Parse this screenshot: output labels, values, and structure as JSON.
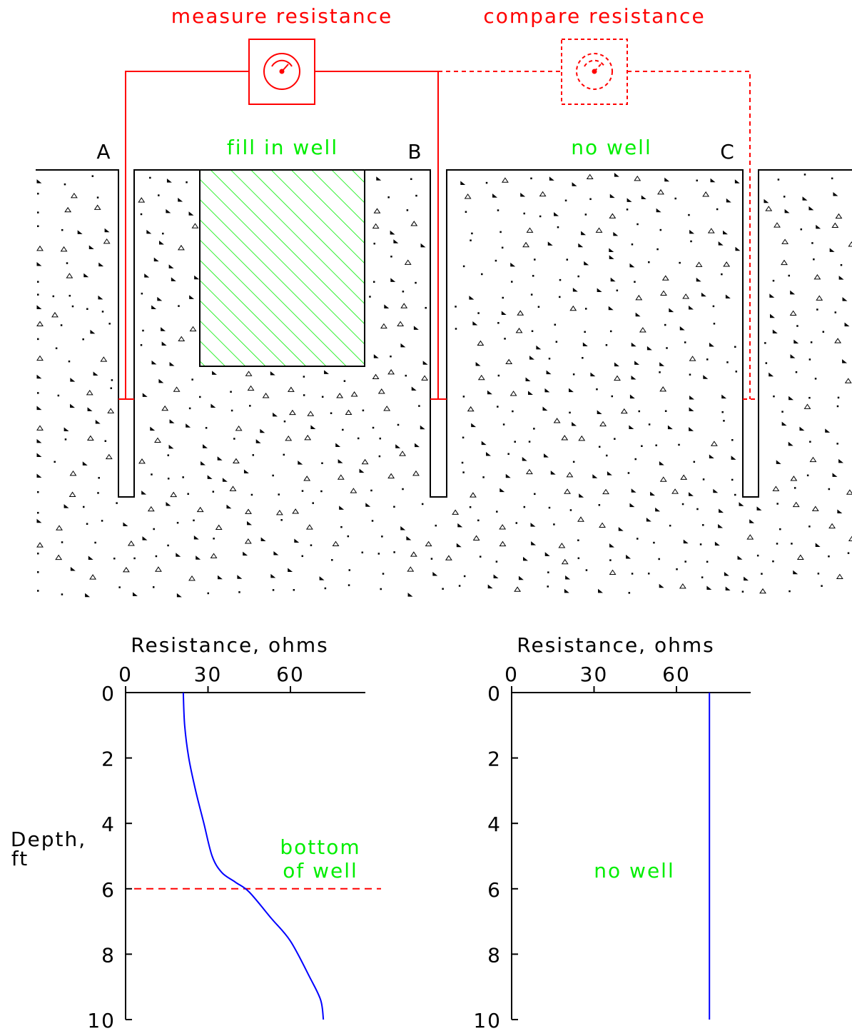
{
  "diagram": {
    "instruments": {
      "measure_label": "measure resistance",
      "compare_label": "compare resistance",
      "measure_icon": "ohmmeter-icon",
      "compare_icon": "ohmmeter-icon"
    },
    "wells": {
      "a": "A",
      "b": "B",
      "c": "C"
    },
    "regions": {
      "fill_label": "fill in well",
      "nowell_label": "no well"
    },
    "colors": {
      "wire": "#ff0000",
      "fill": "#00ee00",
      "curve": "#0000ff",
      "ground": "#000000"
    }
  },
  "chart_data": [
    {
      "type": "line",
      "title": "",
      "xlabel": "Resistance, ohms",
      "ylabel": "Depth, ft",
      "xticks": [
        "0",
        "30",
        "60"
      ],
      "yticks": [
        "0",
        "2",
        "4",
        "6",
        "8",
        "10"
      ],
      "xlim": [
        0,
        87
      ],
      "ylim": [
        0,
        10
      ],
      "y_inverted": true,
      "series": [
        {
          "x": [
            21,
            21.5,
            23,
            25.5,
            28.5,
            31.5,
            35,
            40,
            45,
            53,
            60,
            67,
            71,
            72
          ],
          "y": [
            0,
            1,
            2,
            3,
            4,
            5,
            5.5,
            5.8,
            6.1,
            6.9,
            7.6,
            8.7,
            9.4,
            10
          ]
        }
      ],
      "annotations": {
        "line_depth": 6,
        "text_line1": "bottom",
        "text_line2": "of well"
      }
    },
    {
      "type": "line",
      "title": "",
      "xlabel": "Resistance, ohms",
      "ylabel": "",
      "xticks": [
        "0",
        "30",
        "60"
      ],
      "yticks": [
        "0",
        "2",
        "4",
        "6",
        "8",
        "10"
      ],
      "xlim": [
        0,
        87
      ],
      "ylim": [
        0,
        10
      ],
      "y_inverted": true,
      "series": [
        {
          "x": [
            72,
            72
          ],
          "y": [
            0,
            10
          ]
        }
      ],
      "annotations": {
        "text": "no well"
      }
    }
  ]
}
